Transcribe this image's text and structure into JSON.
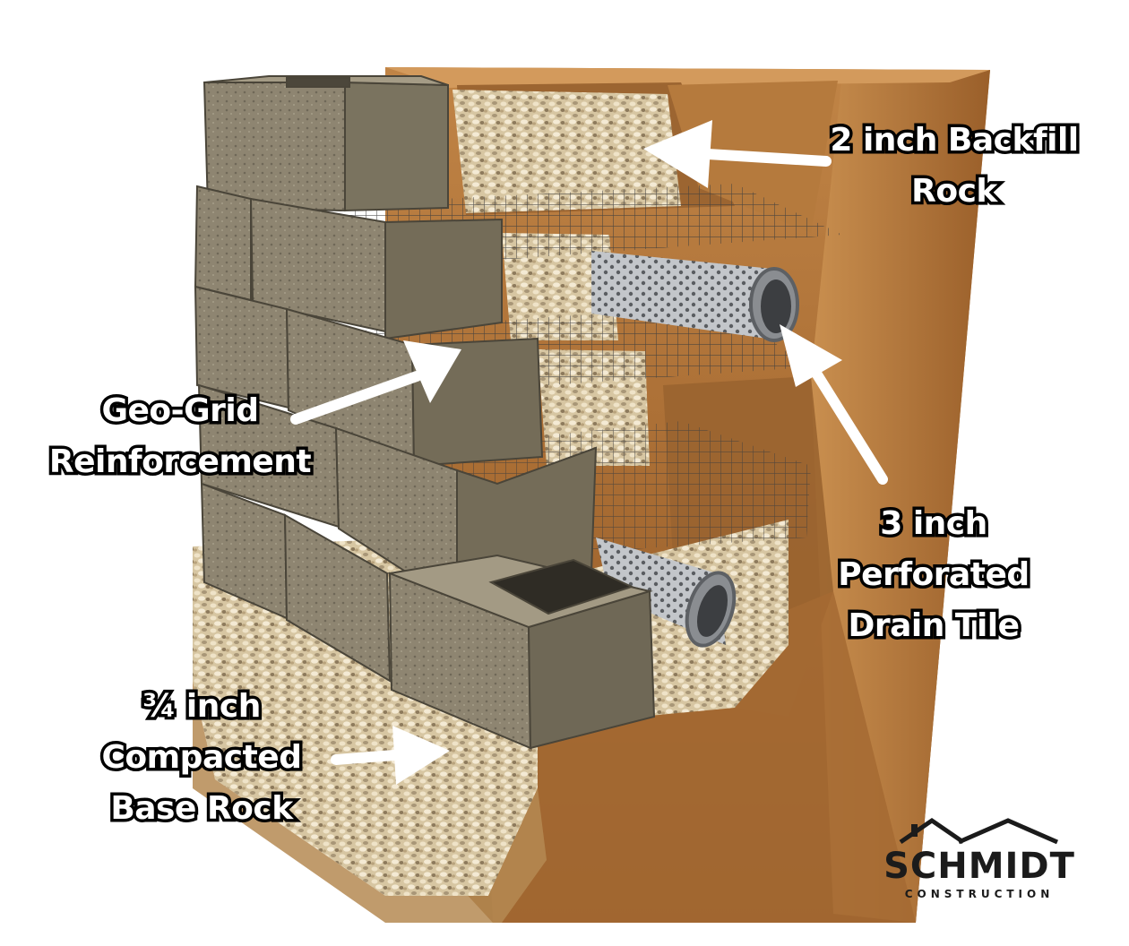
{
  "labels": {
    "backfill": {
      "line1": "2 inch Backfill",
      "line2": "Rock"
    },
    "geogrid": {
      "line1": "Geo-Grid",
      "line2": "Reinforcement"
    },
    "drain": {
      "line1": "3 inch",
      "line2": "Perforated",
      "line3": "Drain Tile"
    },
    "base": {
      "line1": "¾ inch",
      "line2": "Compacted",
      "line3": "Base Rock"
    }
  },
  "logo": {
    "name": "SCHMIDT",
    "subtitle": "CONSTRUCTION"
  },
  "colors": {
    "soil": "#b5783c",
    "soil_dark": "#7a4a1f",
    "block": "#8f8672",
    "block_dark": "#5f594b",
    "gravel": "#d9c9a8",
    "pipe": "#b9bcc0",
    "grid": "#444444",
    "arrow": "#ffffff"
  }
}
